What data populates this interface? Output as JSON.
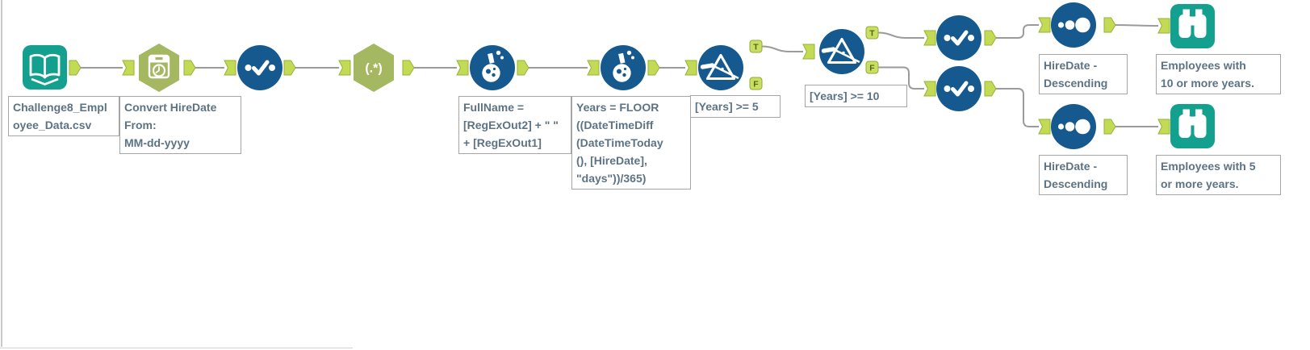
{
  "app": {
    "name": "Alteryx workflow canvas",
    "background": "#ffffff"
  },
  "colors": {
    "tool_blue": "#15598f",
    "tool_teal": "#14a08f",
    "tool_olive": "#a3b861",
    "anchor_green": "#c3da55",
    "wire_gray": "#9b9b9b",
    "annotation_text": "#5d7384",
    "annotation_border": "#a5a5a5"
  },
  "tools": [
    {
      "name": "Input Data",
      "icon": "book-icon"
    },
    {
      "name": "DateTime",
      "icon": "calendar-clock-icon"
    },
    {
      "name": "Select",
      "icon": "check-dots-icon"
    },
    {
      "name": "RegEx",
      "icon": "regex-icon"
    },
    {
      "name": "Formula",
      "icon": "flask-icon"
    },
    {
      "name": "Formula",
      "icon": "flask-icon"
    },
    {
      "name": "Filter",
      "icon": "funnel-icon"
    },
    {
      "name": "Filter",
      "icon": "funnel-icon"
    },
    {
      "name": "Select",
      "icon": "check-dots-icon"
    },
    {
      "name": "Select",
      "icon": "check-dots-icon"
    },
    {
      "name": "Sort",
      "icon": "dots-ascending-icon"
    },
    {
      "name": "Sort",
      "icon": "dots-ascending-icon"
    },
    {
      "name": "Browse",
      "icon": "binoculars-icon"
    },
    {
      "name": "Browse",
      "icon": "binoculars-icon"
    }
  ],
  "regex_label": "(.*)",
  "anchor_badges": {
    "true_label": "T",
    "false_label": "F"
  },
  "annotations": {
    "input_file": "Challenge8_Empl\noyee_Data.csv",
    "datetime_convert": "Convert HireDate\nFrom:\nMM-dd-yyyy",
    "formula_fullname": "FullName =\n[RegExOut2] + \" \"\n+ [RegExOut1]",
    "formula_years": "Years = FLOOR\n((DateTimeDiff\n(DateTimeToday\n(), [HireDate],\n\"days\"))/365)",
    "filter_5": "[Years] >= 5",
    "filter_10": "[Years] >= 10",
    "sort_top": "HireDate -\nDescending",
    "sort_bottom": "HireDate -\nDescending",
    "browse_top": "Employees with\n10 or more years.",
    "browse_bottom": "Employees with 5\nor more years."
  }
}
